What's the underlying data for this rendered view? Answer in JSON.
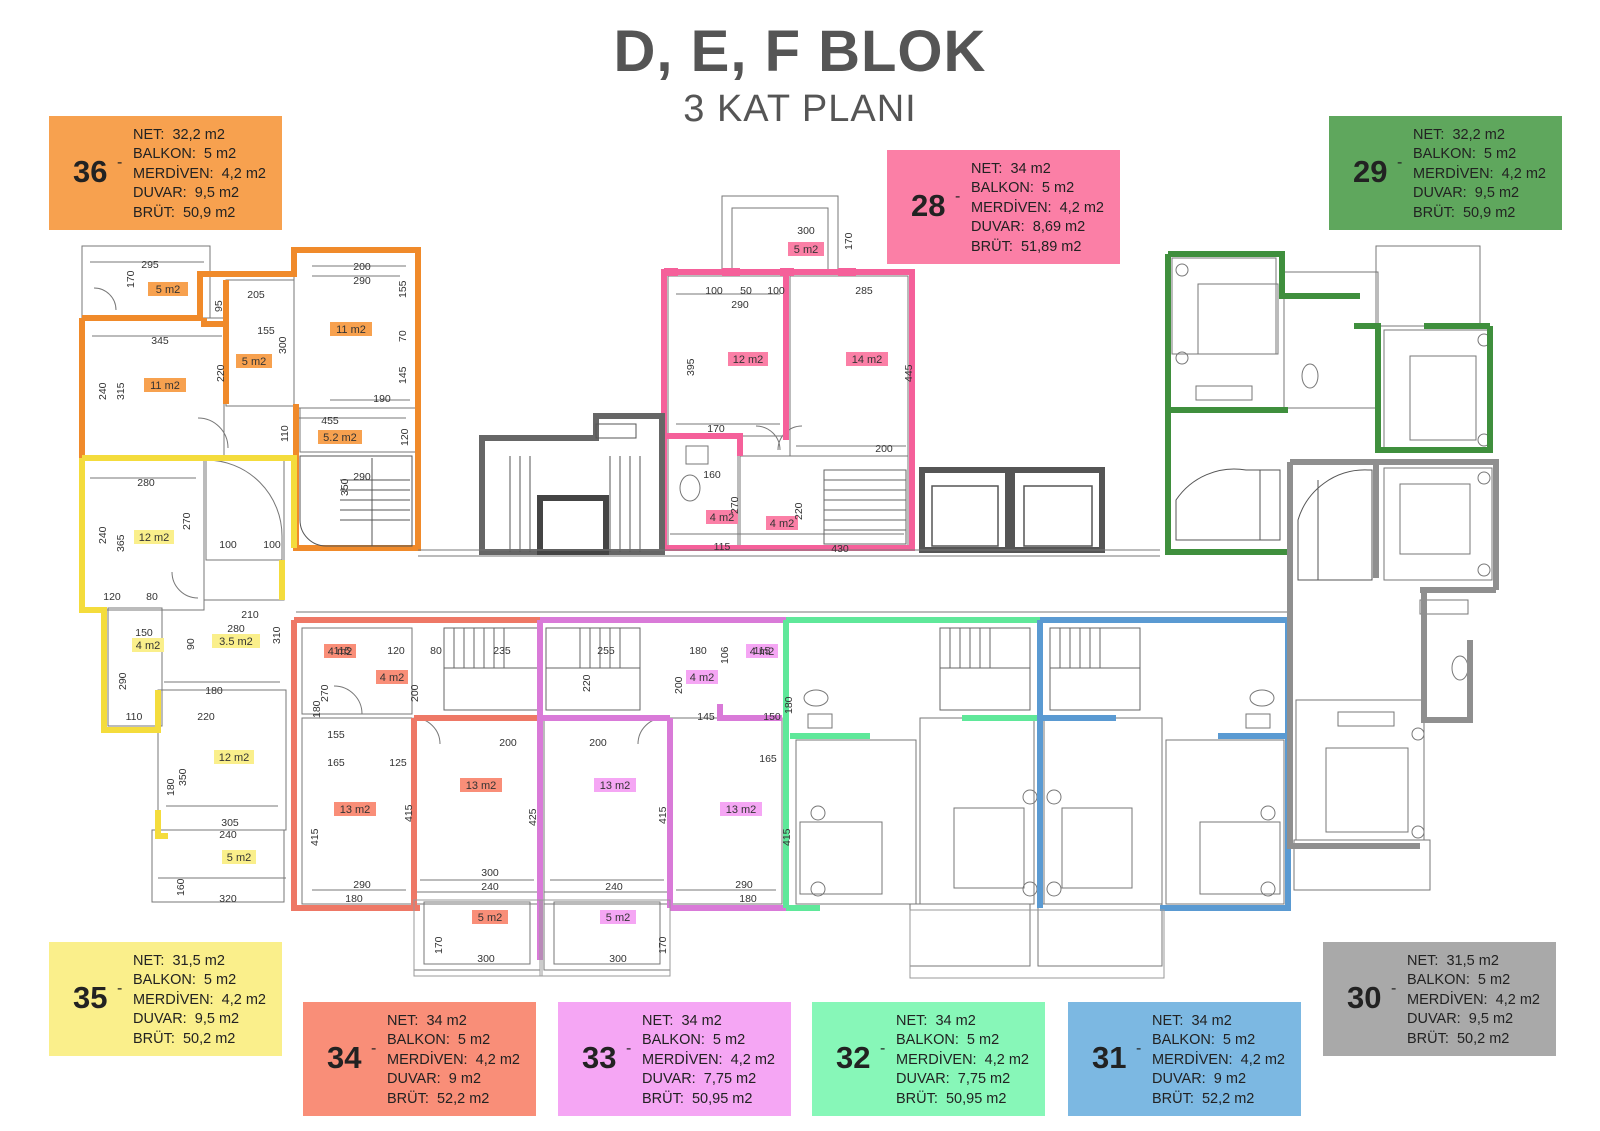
{
  "header": {
    "title": "D, E, F BLOK",
    "subtitle": "3 KAT PLANI"
  },
  "colors": {
    "unit36": "#f7a14f",
    "unit35": "#faef8b",
    "unit34": "#f98e78",
    "unit33": "#f5a6f4",
    "unit32": "#87f7b8",
    "unit31": "#7cb8e2",
    "unit30": "#a9a9a9",
    "unit29": "#5fa75d",
    "unit28": "#fb7fa6",
    "wall36": "#f08a2a",
    "wall35": "#f4dc3c",
    "wall34": "#ee7866",
    "wall33": "#d97ad8",
    "wall32": "#5fe89a",
    "wall31": "#5a9ad2",
    "wall30": "#8f8f8f",
    "wall29": "#3f8f3d",
    "wall28": "#f5609a"
  },
  "units": [
    {
      "id": "36",
      "number": "36",
      "dash": "-",
      "net": "32,2 m2",
      "balkon": "5 m2",
      "merdiven": "4,2 m2",
      "duvar": "9,5 m2",
      "brut": "50,9 m2"
    },
    {
      "id": "28",
      "number": "28",
      "dash": "-",
      "net": "34 m2",
      "balkon": "5 m2",
      "merdiven": "4,2 m2",
      "duvar": "8,69 m2",
      "brut": "51,89 m2"
    },
    {
      "id": "29",
      "number": "29",
      "dash": "-",
      "net": "32,2 m2",
      "balkon": "5 m2",
      "merdiven": "4,2 m2",
      "duvar": "9,5 m2",
      "brut": "50,9 m2"
    },
    {
      "id": "35",
      "number": "35",
      "dash": "-",
      "net": "31,5 m2",
      "balkon": "5 m2",
      "merdiven": "4,2 m2",
      "duvar": "9,5 m2",
      "brut": "50,2 m2"
    },
    {
      "id": "34",
      "number": "34",
      "dash": "-",
      "net": "34 m2",
      "balkon": "5 m2",
      "merdiven": "4,2 m2",
      "duvar": "9 m2",
      "brut": "52,2 m2"
    },
    {
      "id": "33",
      "number": "33",
      "dash": "-",
      "net": "34 m2",
      "balkon": "5 m2",
      "merdiven": "4,2 m2",
      "duvar": "7,75 m2",
      "brut": "50,95 m2"
    },
    {
      "id": "32",
      "number": "32",
      "dash": "-",
      "net": "34 m2",
      "balkon": "5 m2",
      "merdiven": "4,2 m2",
      "duvar": "7,75 m2",
      "brut": "50,95 m2"
    },
    {
      "id": "31",
      "number": "31",
      "dash": "-",
      "net": "34 m2",
      "balkon": "5 m2",
      "merdiven": "4,2 m2",
      "duvar": "9 m2",
      "brut": "52,2 m2"
    },
    {
      "id": "30",
      "number": "30",
      "dash": "-",
      "net": "31,5 m2",
      "balkon": "5 m2",
      "merdiven": "4,2 m2",
      "duvar": "9,5 m2",
      "brut": "50,2 m2"
    }
  ],
  "labels": {
    "net": "NET:",
    "balkon": "BALKON:",
    "merdiven": "MERDİVEN:",
    "duvar": "DUVAR:",
    "brut": "BRÜT:"
  },
  "plan": {
    "u36": {
      "areas": [
        "5 m2",
        "11 m2",
        "11 m2",
        "5 m2",
        "5.2 m2"
      ],
      "dims": [
        "295",
        "170",
        "345",
        "240",
        "315",
        "220",
        "205",
        "95",
        "155",
        "300",
        "200",
        "290",
        "155",
        "70",
        "145",
        "190",
        "455",
        "110",
        "120",
        "350",
        "290"
      ]
    },
    "u35": {
      "areas": [
        "12 m2",
        "4 m2",
        "3.5 m2",
        "12 m2",
        "5 m2"
      ],
      "dims": [
        "280",
        "270",
        "240",
        "365",
        "100",
        "100",
        "120",
        "80",
        "210",
        "150",
        "280",
        "90",
        "310",
        "290",
        "180",
        "110",
        "220",
        "180",
        "350",
        "305",
        "240",
        "160",
        "320"
      ]
    },
    "u34": {
      "areas": [
        "4 m2",
        "4 m2",
        "13 m2",
        "13 m2",
        "5 m2"
      ],
      "dims": [
        "115",
        "120",
        "80",
        "235",
        "270",
        "200",
        "180",
        "155",
        "165",
        "125",
        "200",
        "415",
        "415",
        "425",
        "290",
        "180",
        "300",
        "240",
        "170",
        "300"
      ]
    },
    "u33": {
      "areas": [
        "4 m2",
        "4 m2",
        "13 m2",
        "13 m2",
        "5 m2"
      ],
      "dims": [
        "255",
        "180",
        "106",
        "115",
        "220",
        "200",
        "145",
        "150",
        "180",
        "200",
        "165",
        "415",
        "415",
        "240",
        "290",
        "180",
        "300",
        "170"
      ]
    },
    "u28": {
      "areas": [
        "5 m2",
        "12 m2",
        "14 m2",
        "4 m2",
        "4 m2"
      ],
      "dims": [
        "300",
        "170",
        "100",
        "50",
        "100",
        "285",
        "290",
        "395",
        "445",
        "170",
        "200",
        "160",
        "270",
        "220",
        "115",
        "430"
      ]
    }
  }
}
